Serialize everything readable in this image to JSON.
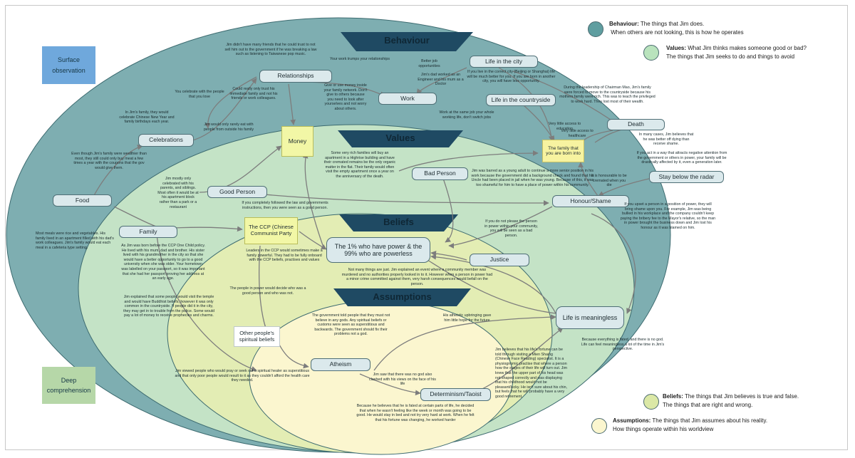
{
  "colors": {
    "behaviour_ring": "#7eaeb1",
    "values_ring": "#c4e3c6",
    "beliefs_ring": "#e3edb4",
    "assumptions_ring": "#fbf6cf",
    "banner": "#1f4a63",
    "surface_box": "#6fa8dc",
    "deep_box": "#b6d7a8"
  },
  "corner_labels": {
    "surface_line1": "Surface",
    "surface_line2": "observation",
    "deep_line1": "Deep",
    "deep_line2": "comprehension"
  },
  "banners": {
    "behaviour": "Behaviour",
    "values": "Values",
    "beliefs": "Beliefs",
    "assumptions": "Assumptions"
  },
  "legend": [
    {
      "term": "Behaviour:",
      "line1": "The things that Jim does.",
      "line2": "When others are not looking, this is how he operates"
    },
    {
      "term": "Values:",
      "line1": "What Jim thinks makes someone good or bad?",
      "line2": "The things that Jim seeks to do and things to avoid"
    },
    {
      "term": "Beliefs:",
      "line1": "The things that Jim believes is true and false.",
      "line2": "The things that are right and wrong."
    },
    {
      "term": "Assumptions:",
      "line1": "The things that Jim assumes about his reality.",
      "line2": "How things operate within his worldview"
    }
  ],
  "nodes": {
    "relationships": "Relationships",
    "life_city": "Life in the city",
    "work": "Work",
    "life_country": "Life in the countryside",
    "death": "Death",
    "celebrations": "Celebrations",
    "money": "Money",
    "family_born": "The family that you are born into",
    "stay_below": "Stay below the radar",
    "bad_person": "Bad Person",
    "good_person": "Good Person",
    "food": "Food",
    "family": "Family",
    "honour": "Honour/Shame",
    "ccp": "The CCP (Chinese Communist Party",
    "one_percent": "The 1% who have power & the 99% who are powerless",
    "justice": "Justice",
    "life_meaningless": "Life is meaningless",
    "spiritual": "Other people's spiritual beliefs",
    "atheism": "Atheism",
    "determinism": "Determinism/Taoist"
  },
  "notes": {
    "n_friends": "Jim didn't have many friends that he could trust to not sell him out to the government if he was breaking a law such as listening to Taiwanese pop music.",
    "n_work_trumps": "Your work trumps your relationships",
    "n_better_job": "Better job opportunities",
    "n_dad": "Jim's dad worked as an Engineer and his mum as a Doctor",
    "n_city": "If you live in the correct city (Beijing or Shanghai) life will be much better for you. If you are born in another city, you will have less opportunity.",
    "n_celebrate_people": "You celebrate with the people that you love",
    "n_trust_few": "Could really only trust his immediate family and not his friends or work colleagues.",
    "n_give_money": "Give or use money inside your family network. Don't give to others because you need to look after yourselves and not worry about others.",
    "n_chairman": "During the leadership of Chairman Mao, Jim's family were forced to move to the countryside because his mothers family were rich. This was to teach the privileged to work hard. They lost most of their wealth.",
    "n_chinese_ny": "In Jim's family, they would celebrate Chinese New Year and family birthdays each year.",
    "n_rarely_eat": "Jim would only rarely eat with people from outside his family",
    "n_same_job": "Work at the same job your whole working life, don't switch jobs",
    "n_little_edu": "Very little access to education",
    "n_healthcare": "Very little access to healthcare",
    "n_better_off": "In many cases, Jim believes that he was better off dying than receive shame.",
    "n_wealthier": "Even though Jim's family were wealthier than most, they still could only buy meat a few times a year with the coupons that the gov would give them.",
    "n_rich_families": "Some very rich families will buy an apartment in a Highrise building and have their cremated remains be the only organic matter in the flat. Their family would often visit the empty apartment once a year on the anniversary of the death.",
    "n_barred": "Jim was barred as a young adult to continue a more senior position in his work because the government did a background check and found that his Uncle had been placed in jail when he was young. Because of this, it was too shameful for him to have a place of power within his community.",
    "n_attract": "If you act in a way that attracts negative attention from the government or others in power, your family will be drastically affected by it, even a generation later.",
    "n_celebrated_family": "Jim mostly only celebrated with his parents, and siblings. Most often it would be at his apartment block rather than a park or a restaurant",
    "n_honourable": "It is honourable to be cremated when you die",
    "n_followed_law": "If you completely followed the law and governments instructions, then you were seen as a good person.",
    "n_upset": "If you upset a person in a position of power, they will bring shame upon you. For example, Jim was being bullied in his workplace and the company couldn't keep paying the bribery fee to the Mayor's relative, so the man in power brought the business down and Jim lost his honour as it was blamed on him.",
    "n_meals": "Most meals were rice and vegetables. His family lived in an apartment filled with his dad's work colleagues. Jim's family would eat each meal in a cafeteria type setting.",
    "n_not_please": "If you do not please the person in power within your community, you will be seen as a bad person.",
    "n_born_1990": "As Jim was born before the CCP One Child policy. He lived with his mum, dad and brother. His sister lived with his grandmother in the city so that she would have a better opportunity to go to a good university when she was older. Your hometown was labelled on your passport, so it was important that she had her passport proving her address at an early age.",
    "n_leaders": "Leaders in the CCP would sometimes make a family powerful. They had to be fully onboard with the CCP beliefs, practises and values",
    "n_community_member": "Not many things are just. Jim explained an event where a community member was murdered and no authorities properly looked in to it. However when a person in power had a minor crime committed against them, very harsh consequences would befall on the person.",
    "n_people_in_power": "The people in power would decide who was a good person and who was not.",
    "n_temple": "Jim explained that some people would visit the temple and would have Buddhist beliefs, however it was only common in the countryside. If people did it in the city, they may get in to trouble from the police. Some would pay a lot of money to receive prophecies and charms.",
    "n_gov_told": "The government told people that they must not believe in any gods. Any spiritual beliefs or customs were seen as superstitious and backwards. The government should fix their problems not a god.",
    "n_atheistic": "His atheistic upbringing gave him little hope for the future",
    "n_everything_fated": "Because everything is fated, and there is no god. Life can feel meaningless a lot of the time in Jim's perspective.",
    "n_fortune": "Jim believes that his life's fortune can be told through visiting a Mien Shaing (Chinese Face Reading) specialist. It is a physiognomic practise that where a person how the stages of their life will turn out. Jim knew that the upper part of his head was not shaped correctly and was displaying that his childhood would not be pleasant/lucky. He isn't sure about his chin, but feels that he will probably have a very good retirement.",
    "n_viewed": "Jim viewed people who would pray or seek out a spiritual healer as superstitious and that only poor people would result to it as they couldn't afford the health care they needed.",
    "n_no_god": "Jim saw that there was no god also clashed with his views on the face of his life",
    "n_fated": "Because he believes that he is fated at certain parts of life, he decided that when he wasn't feeling like the week or month was going to be good. He would stay in bed and not try very hard at work. When he felt that his fortune was changing, he worked harder"
  }
}
